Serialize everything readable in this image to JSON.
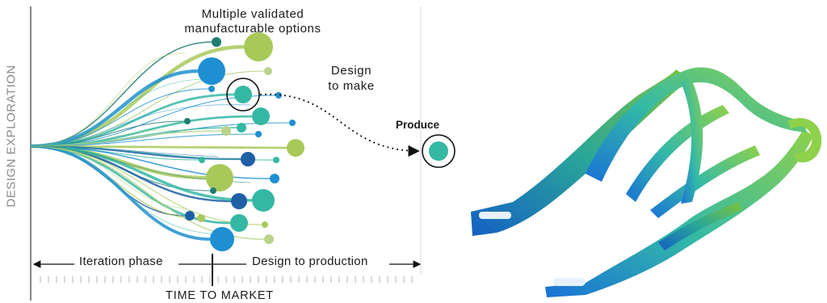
{
  "diagram": {
    "y_axis_label": "DESIGN EXPLORATION",
    "top_label_line1": "Multiple validated",
    "top_label_line2": "manufacturable options",
    "design_to_make_line1": "Design",
    "design_to_make_line2": "to make",
    "produce_label": "Produce",
    "iteration_phase_label": "Iteration phase",
    "design_to_production_label": "Design to production",
    "x_axis_label": "TIME TO MARKET"
  },
  "colors": {
    "blue": "#1e8fd1",
    "dark_blue": "#1f5fa6",
    "teal": "#35b8a3",
    "dark_teal": "#1e7d73",
    "lime": "#a8c95a",
    "light_green": "#b9d48a",
    "axis": "#333333",
    "divider": "#d9d9d9"
  },
  "render_image": {
    "description_icon": "3d-printed-lattice-bracket-icon"
  }
}
